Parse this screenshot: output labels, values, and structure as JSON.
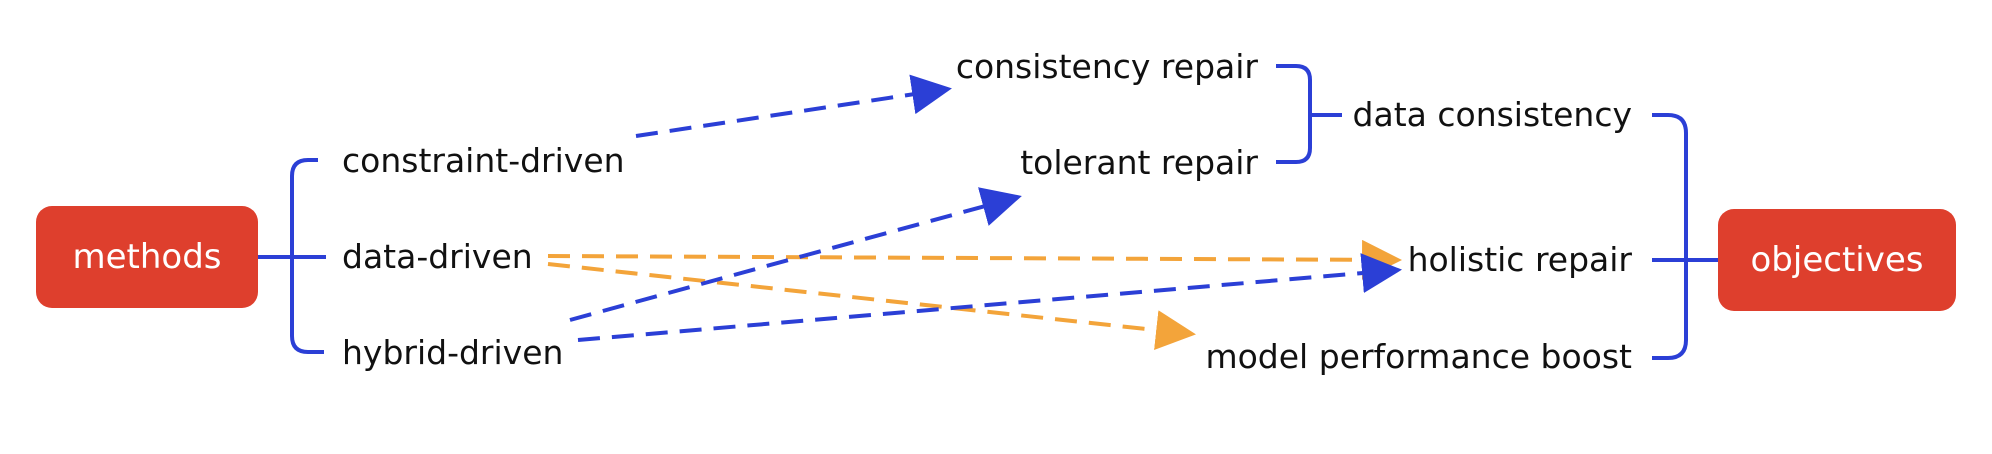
{
  "colors": {
    "box": "#de3f2d",
    "bracket": "#2b3fd6",
    "blue_arrow": "#2b3fd6",
    "orange_arrow": "#f3a43a"
  },
  "left_box": {
    "label": "methods"
  },
  "right_box": {
    "label": "objectives"
  },
  "methods": [
    {
      "id": "constraint",
      "label": "constraint-driven"
    },
    {
      "id": "data",
      "label": "data-driven"
    },
    {
      "id": "hybrid",
      "label": "hybrid-driven"
    }
  ],
  "repairs": [
    {
      "id": "consistency",
      "label": "consistency repair"
    },
    {
      "id": "tolerant",
      "label": "tolerant repair"
    }
  ],
  "objectives": [
    {
      "id": "data_consistency",
      "label": "data consistency"
    },
    {
      "id": "holistic",
      "label": "holistic repair"
    },
    {
      "id": "boost",
      "label": "model performance boost"
    }
  ],
  "edges": [
    {
      "from": "constraint-driven",
      "to": "consistency repair",
      "color": "blue"
    },
    {
      "from": "data-driven",
      "to": "holistic repair",
      "color": "orange"
    },
    {
      "from": "data-driven",
      "to": "model performance boost",
      "color": "orange"
    },
    {
      "from": "hybrid-driven",
      "to": "tolerant repair",
      "color": "blue"
    },
    {
      "from": "hybrid-driven",
      "to": "holistic repair",
      "color": "blue"
    }
  ]
}
